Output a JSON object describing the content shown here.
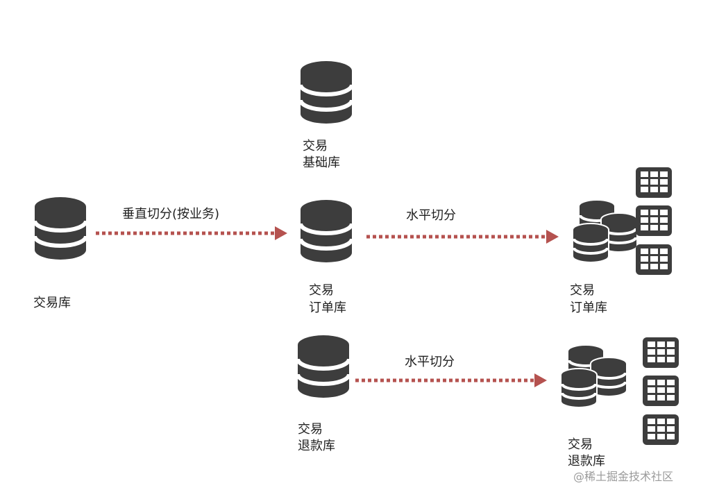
{
  "colors": {
    "db": "#3d3d3d",
    "arrow": "#b5524f",
    "text": "#1f1f1f",
    "watermark": "#9a9a9a",
    "background": "#ffffff"
  },
  "icons": {
    "database": "database-icon",
    "database_cluster": "database-cluster-icon",
    "table": "table-grid-icon"
  },
  "nodes": {
    "source": {
      "line1": "交易库"
    },
    "base": {
      "line1": "交易",
      "line2": "基础库"
    },
    "order": {
      "line1": "交易",
      "line2": "订单库"
    },
    "refund": {
      "line1": "交易",
      "line2": "退款库"
    },
    "order_shards": {
      "line1": "交易",
      "line2": "订单库"
    },
    "refund_shards": {
      "line1": "交易",
      "line2": "退款库"
    }
  },
  "edges": {
    "vertical_split": {
      "label": "垂直切分(按业务)"
    },
    "horizontal_split_order": {
      "label": "水平切分"
    },
    "horizontal_split_refund": {
      "label": "水平切分"
    }
  },
  "watermark": {
    "text": "@稀土掘金技术社区"
  }
}
